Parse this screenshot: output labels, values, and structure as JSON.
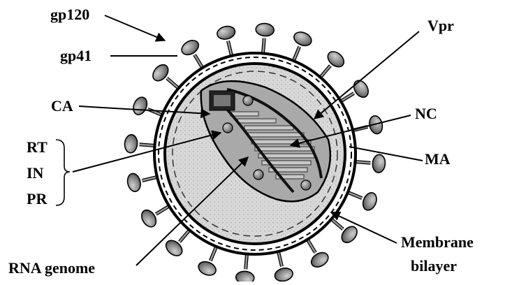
{
  "labels": {
    "gp120": "gp120",
    "gp41": "gp41",
    "ca": "CA",
    "rt": "RT",
    "in": "IN",
    "pr": "PR",
    "rna_genome": "RNA genome",
    "vpr": "Vpr",
    "nc": "NC",
    "ma": "MA",
    "membrane_line1": "Membrane",
    "membrane_line2": "bilayer"
  },
  "colors": {
    "matrix_fill": "#d8d8d8",
    "capsid_fill": "#a9a9a9",
    "spike_head": "#8c8c8c",
    "outline": "#000000"
  }
}
